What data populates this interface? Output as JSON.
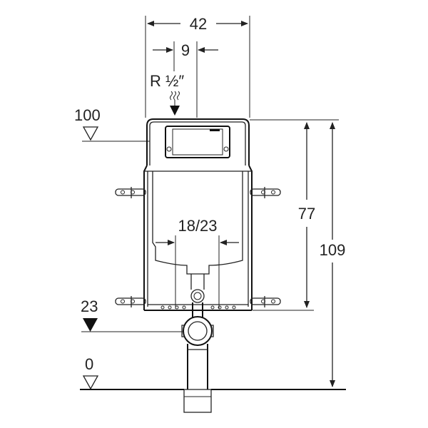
{
  "dimensions": {
    "frame_width": "42",
    "inlet_offset": "9",
    "outlet_width": "18/23",
    "frame_height": "77",
    "total_height": "109"
  },
  "connection": {
    "water_inlet": "R ½″"
  },
  "levels": {
    "inlet_level": "100",
    "outlet_level": "23",
    "floor_level": "0"
  },
  "colors": {
    "line": "#222222",
    "fill_dark": "#111111"
  }
}
